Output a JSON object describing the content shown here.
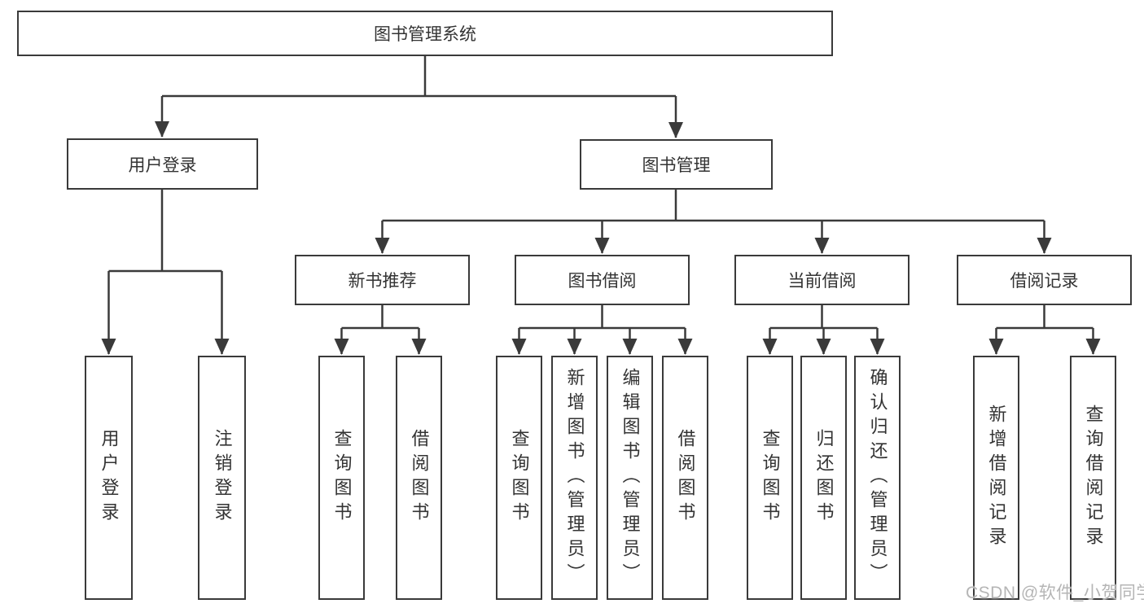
{
  "tree": {
    "root": "图书管理系统",
    "branches": [
      {
        "label": "用户登录",
        "children": [
          "用户登录",
          "注销登录"
        ]
      },
      {
        "label": "图书管理",
        "children": [
          {
            "label": "新书推荐",
            "children": [
              "查询图书",
              "借阅图书"
            ]
          },
          {
            "label": "图书借阅",
            "children": [
              "查询图书",
              "新增图书（管理员）",
              "编辑图书（管理员）",
              "借阅图书"
            ]
          },
          {
            "label": "当前借阅",
            "children": [
              "查询图书",
              "归还图书",
              "确认归还（管理员）"
            ]
          },
          {
            "label": "借阅记录",
            "children": [
              "新增借阅记录",
              "查询借阅记录"
            ]
          }
        ]
      }
    ]
  },
  "watermark": {
    "text": "CSDN @软件_小贺同学"
  },
  "colors": {
    "line": "#3a3a3a",
    "box_border": "#3a3a3a",
    "text": "#333333",
    "watermark": "#b5b5b5",
    "background": "#ffffff"
  }
}
